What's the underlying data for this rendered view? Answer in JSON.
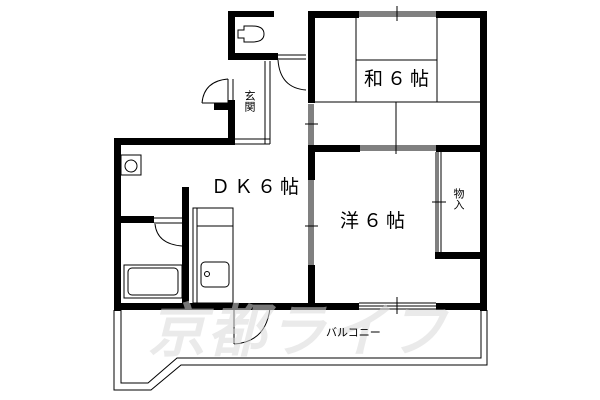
{
  "floorplan": {
    "rooms": {
      "washitsu": {
        "label": "和６帖",
        "type": "japanese-room",
        "size_jo": 6
      },
      "dk": {
        "label": "ＤＫ６帖",
        "type": "dining-kitchen",
        "size_jo": 6
      },
      "yoshitsu": {
        "label": "洋６帖",
        "type": "western-room",
        "size_jo": 6
      },
      "genkan": {
        "label": "玄関",
        "type": "entrance"
      },
      "monoire": {
        "label": "物入",
        "type": "storage-closet"
      },
      "balcony": {
        "label": "バルコニー",
        "type": "balcony"
      },
      "toilet": {
        "type": "toilet"
      },
      "bath": {
        "type": "bathroom"
      }
    },
    "watermark": "京都ライフ",
    "colors": {
      "wall": "#000000",
      "background": "#ffffff",
      "watermark": "#d9d9d9"
    }
  }
}
